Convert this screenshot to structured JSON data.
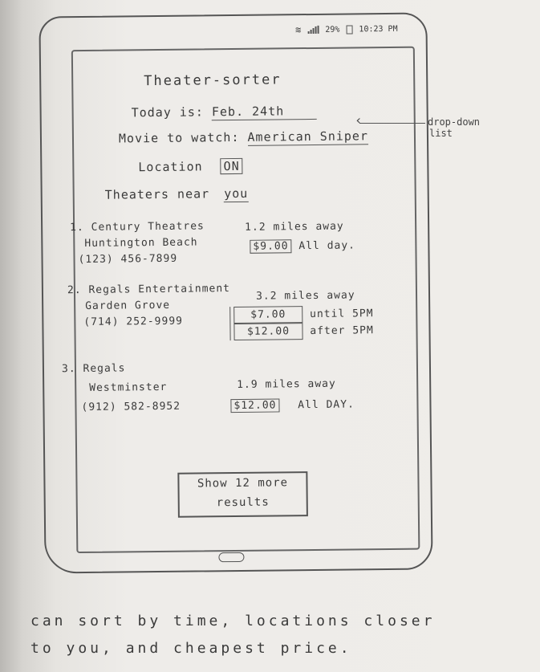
{
  "status_bar": {
    "battery": "29%",
    "time": "10:23 PM"
  },
  "app": {
    "title": "Theater-sorter",
    "today_label": "Today is:",
    "today_value": "Feb. 24th",
    "movie_label": "Movie to watch:",
    "movie_value": "American Sniper",
    "location_label": "Location",
    "location_value": "ON",
    "near_label": "Theaters near",
    "near_value": "you"
  },
  "theaters": [
    {
      "index": "1.",
      "name": "Century Theatres",
      "city": "Huntington Beach",
      "phone": "(123) 456-7899",
      "distance": "1.2 miles away",
      "prices": [
        {
          "price": "$9.00",
          "note": "All day."
        }
      ]
    },
    {
      "index": "2.",
      "name": "Regals Entertainment",
      "city": "Garden Grove",
      "phone": "(714) 252-9999",
      "distance": "3.2 miles away",
      "prices": [
        {
          "price": "$7.00",
          "note": "until 5PM"
        },
        {
          "price": "$12.00",
          "note": "after 5PM"
        }
      ]
    },
    {
      "index": "3.",
      "name": "Regals",
      "city": "Westminster",
      "phone": "(912) 582-8952",
      "distance": "1.9 miles away",
      "prices": [
        {
          "price": "$12.00",
          "note": "All DAY."
        }
      ]
    }
  ],
  "show_more_button": {
    "line1": "Show 12 more",
    "line2": "results"
  },
  "annotation": {
    "line1": "drop-down",
    "line2": "list"
  },
  "caption": {
    "line1": "can sort by time, locations closer",
    "line2": "to you, and cheapest price."
  }
}
